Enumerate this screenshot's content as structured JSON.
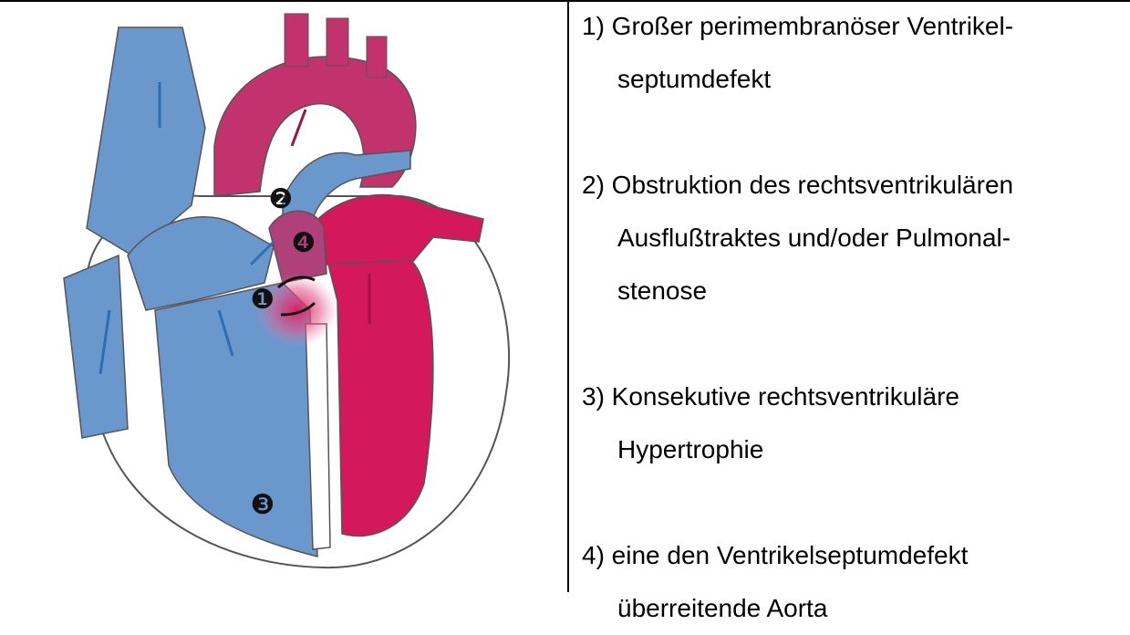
{
  "legend": {
    "items": [
      {
        "lines": [
          "1) Großer perimembranöser Ventrikel-",
          "septumdefekt"
        ]
      },
      {
        "lines": [
          "2) Obstruktion des rechtsventrikulären",
          "Ausflußtraktes und/oder Pulmonal-",
          "stenose"
        ]
      },
      {
        "lines": [
          "3) Konsekutive rechtsventrikuläre",
          "Hypertrophie"
        ]
      },
      {
        "lines": [
          "4) eine den Ventrikelseptumdefekt",
          "überreitende Aorta"
        ]
      }
    ]
  },
  "diagram": {
    "markers": [
      "❶",
      "❷",
      "❸",
      "❹"
    ],
    "colors": {
      "deoxygenated": "#6a98cc",
      "deoxygenated_dark": "#2f6db3",
      "oxygenated": "#d4195a",
      "oxygenated_dark": "#a0123f",
      "mixed": "#b0407a",
      "outline": "#555555"
    },
    "icon": "heart-cross-section"
  }
}
